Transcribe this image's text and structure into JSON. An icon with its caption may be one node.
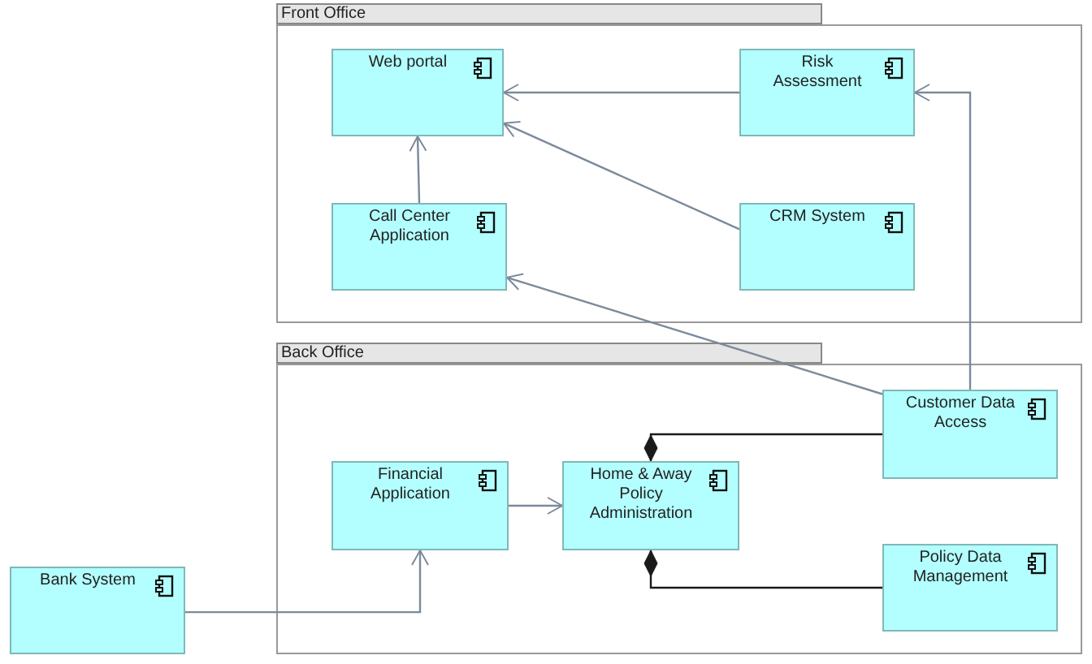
{
  "diagram": {
    "nodes": [
      {
        "text": [
          "Front Office"
        ]
      },
      {
        "text": [
          "Web portal"
        ],
        "in": 0
      },
      {
        "text": [
          "Risk Assessment"
        ],
        "in": 0
      },
      {
        "text": [
          "Call Center Application"
        ],
        "in": 0
      },
      {
        "text": [
          "CRM System"
        ],
        "in": 0
      },
      {
        "text": [
          "Back Office"
        ]
      },
      {
        "text": [
          "Financial Application"
        ],
        "in": 5
      },
      {
        "text": [
          "Home & Away Policy Administration"
        ],
        "in": 5
      },
      {
        "text": [
          "Customer Data Access"
        ],
        "in": 5
      },
      {
        "text": [
          "Policy Data Management"
        ],
        "in": 5
      },
      {
        "text": [
          "Bank System"
        ]
      }
    ],
    "edges": [
      {
        "from": 2,
        "to": 1,
        "arrow": "to"
      },
      {
        "from": 4,
        "to": 1,
        "arrow": "to"
      },
      {
        "from": 3,
        "to": 1,
        "arrow": "to"
      },
      {
        "from": 8,
        "to": 3,
        "arrow": "to"
      },
      {
        "from": 8,
        "to": 2,
        "arrow": "to"
      },
      {
        "from": 10,
        "to": 6,
        "arrow": "to"
      },
      {
        "from": 6,
        "to": 7,
        "arrow": "to"
      },
      {
        "from": 8,
        "to": 7,
        "arrow": "other",
        "color": "#1a1a1a"
      },
      {
        "from": 9,
        "to": 7,
        "arrow": "other",
        "color": "#1a1a1a"
      }
    ]
  }
}
